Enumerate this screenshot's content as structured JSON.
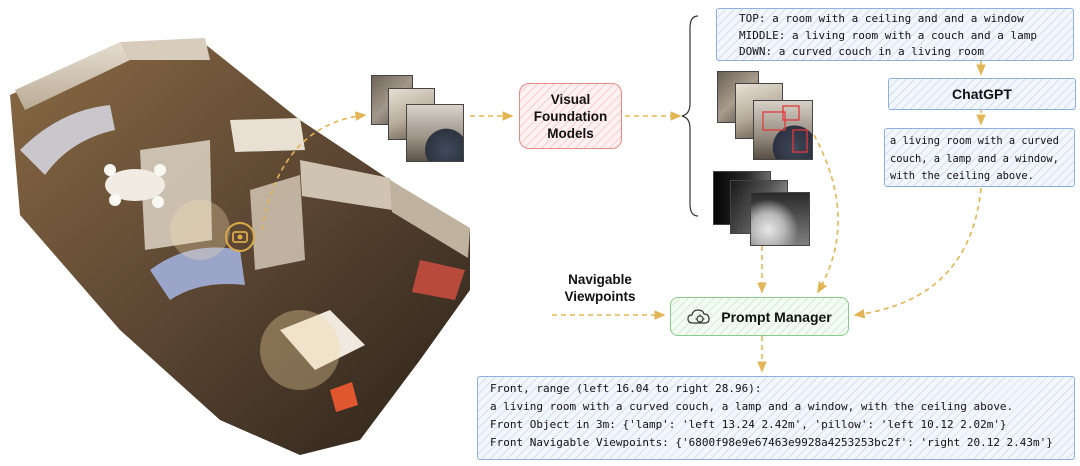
{
  "captions": {
    "top": "TOP: a room with a ceiling and and a window",
    "middle": "MIDDLE: a living room with a couch and a lamp",
    "down": "DOWN: a curved couch in a living room"
  },
  "chatgpt": {
    "label": "ChatGPT"
  },
  "summary": {
    "lines": [
      "a living room with a curved",
      "couch, a lamp and a window,",
      "with the ceiling above."
    ]
  },
  "vfm": {
    "label": "Visual\nFoundation\nModels"
  },
  "navigable": {
    "label": "Navigable\nViewpoints"
  },
  "prompt_manager": {
    "label": "Prompt Manager",
    "icon": "cloud-gear-icon"
  },
  "prompt": {
    "lines": [
      "Front, range (left 16.04 to right 28.96):",
      "a living room with a curved couch, a lamp and a window, with the ceiling above.",
      "Front Object in 3m: {'lamp': 'left 13.24 2.42m', 'pillow': 'left 10.12 2.02m'}",
      "Front Navigable Viewpoints: {'6800f98e9e67463e9928a4253253bc2f': 'right 20.12 2.43m'}"
    ]
  },
  "colors": {
    "arrow": "#e2b557",
    "blue_border": "#8fb0e0",
    "red_border": "#e48a8a",
    "green_border": "#8cc98c",
    "camera_ring": "#d9a94a"
  }
}
